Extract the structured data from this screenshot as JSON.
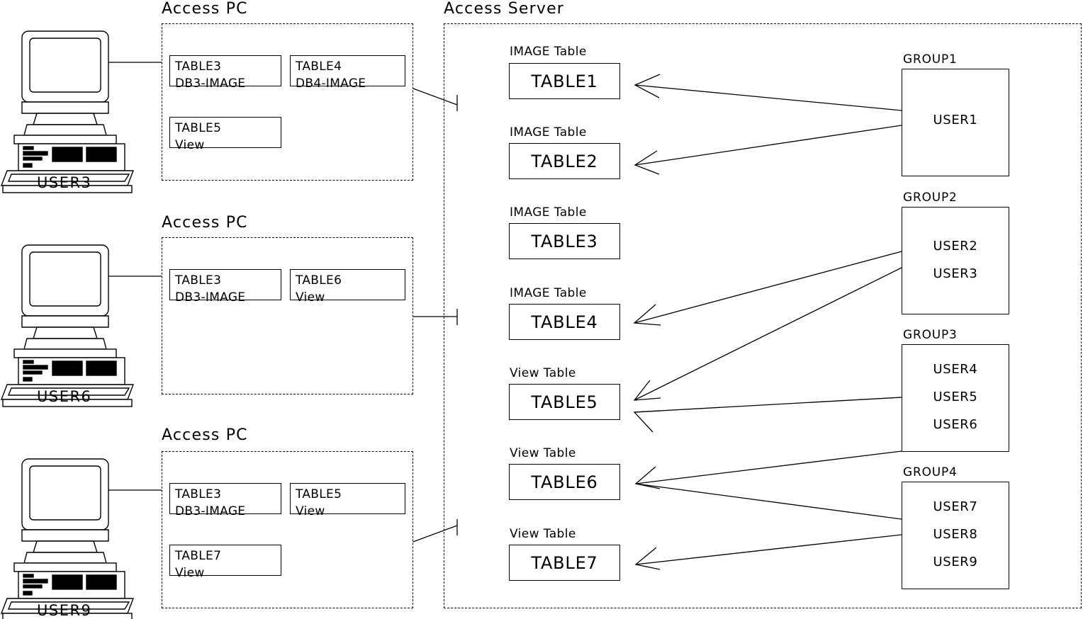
{
  "diagram": {
    "title_left": "Access PC",
    "title_right": "Access Server"
  },
  "workstations": [
    {
      "frame_title": "Access PC",
      "user_caption": "USER3",
      "boxes": [
        {
          "name": "TABLE3",
          "type": "DB3-IMAGE"
        },
        {
          "name": "TABLE4",
          "type": "DB4-IMAGE"
        },
        {
          "name": "TABLE5",
          "type": "View"
        }
      ]
    },
    {
      "frame_title": "Access PC",
      "user_caption": "USER6",
      "boxes": [
        {
          "name": "TABLE3",
          "type": "DB3-IMAGE"
        },
        {
          "name": "TABLE6",
          "type": "View"
        }
      ]
    },
    {
      "frame_title": "Access PC",
      "user_caption": "USER9",
      "boxes": [
        {
          "name": "TABLE3",
          "type": "DB3-IMAGE"
        },
        {
          "name": "TABLE5",
          "type": "View"
        },
        {
          "name": "TABLE7",
          "type": "View"
        }
      ]
    }
  ],
  "server": {
    "frame_title": "Access Server",
    "tables": [
      {
        "kind": "IMAGE Table",
        "name": "TABLE1"
      },
      {
        "kind": "IMAGE Table",
        "name": "TABLE2"
      },
      {
        "kind": "IMAGE Table",
        "name": "TABLE3"
      },
      {
        "kind": "IMAGE Table",
        "name": "TABLE4"
      },
      {
        "kind": "View Table",
        "name": "TABLE5"
      },
      {
        "kind": "View Table",
        "name": "TABLE6"
      },
      {
        "kind": "View Table",
        "name": "TABLE7"
      }
    ],
    "groups": [
      {
        "title": "GROUP1",
        "users": [
          "USER1"
        ]
      },
      {
        "title": "GROUP2",
        "users": [
          "USER2",
          "USER3"
        ]
      },
      {
        "title": "GROUP3",
        "users": [
          "USER4",
          "USER5",
          "USER6"
        ]
      },
      {
        "title": "GROUP4",
        "users": [
          "USER7",
          "USER8",
          "USER9"
        ]
      }
    ]
  },
  "colors": {
    "ink": "#000000",
    "paper": "#ffffff"
  }
}
